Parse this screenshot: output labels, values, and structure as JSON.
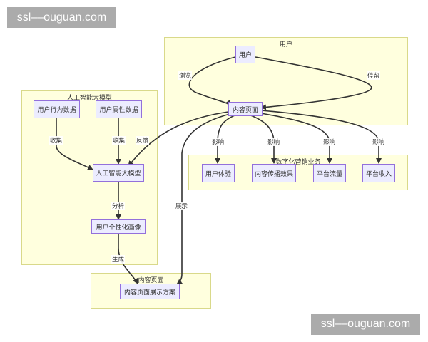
{
  "watermark": {
    "top": "ssl––ouguan.com",
    "bottom": "ssl––ouguan.com"
  },
  "clusters": {
    "user": "用户",
    "ai": "人工智能大模型",
    "business": "数字化营销业务",
    "content": "内容页面"
  },
  "nodes": {
    "user": "用户",
    "content_page": "内容页面",
    "behavior_data": "用户行为数据",
    "attribute_data": "用户属性数据",
    "ai_model": "人工智能大模型",
    "portrait": "用户个性化画像",
    "ux": "用户体验",
    "spread": "内容传播效果",
    "traffic": "平台流量",
    "revenue": "平台收入",
    "display_plan": "内容页面展示方案"
  },
  "edge_labels": {
    "browse": "浏览",
    "stay": "停留",
    "collect1": "收集",
    "collect2": "收集",
    "feedback": "反馈",
    "analyze": "分析",
    "generate": "生成",
    "show": "展示",
    "impact1": "影响",
    "impact2": "影响",
    "impact3": "影响",
    "impact4": "影响"
  },
  "colors": {
    "cluster_fill": "#ffffde",
    "cluster_border": "#d9d98a",
    "node_fill": "#ececff",
    "node_border": "#9370db",
    "edge": "#333333"
  }
}
